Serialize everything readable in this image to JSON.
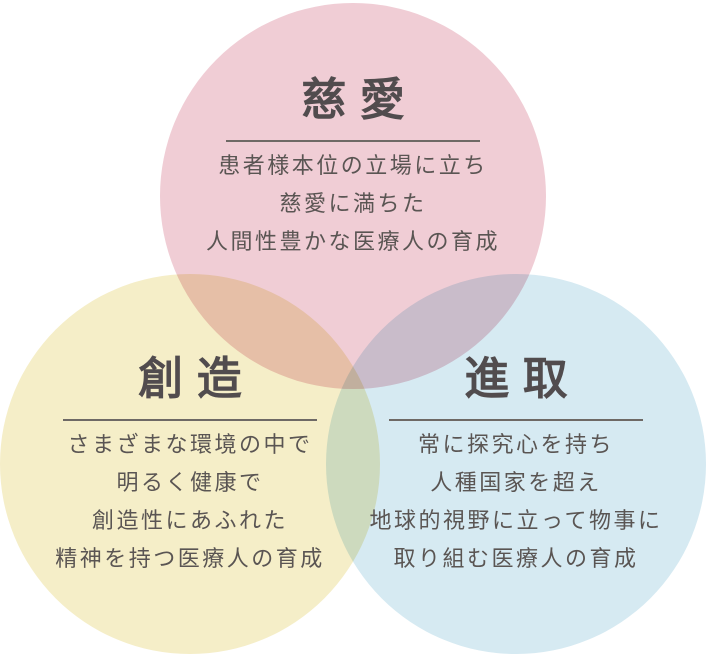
{
  "diagram": {
    "type": "venn-3",
    "background": "#ffffff",
    "style": {
      "title_color": "#514c4e",
      "body_color": "#5a5553",
      "divider_color": "#6e6965",
      "overlap_blend": "multiply"
    },
    "circles": [
      {
        "name": "compassion",
        "title": "慈愛",
        "fill": "#f0cdd5",
        "lines": [
          "患者様本位の立場に立ち",
          "慈愛に満ちた",
          "人間性豊かな医療人の育成"
        ]
      },
      {
        "name": "creation",
        "title": "創造",
        "fill": "#f5eec8",
        "lines": [
          "さまざまな環境の中で",
          "明るく健康で",
          "創造性にあふれた",
          "精神を持つ医療人の育成"
        ]
      },
      {
        "name": "initiative",
        "title": "進取",
        "fill": "#d6eaf2",
        "lines": [
          "常に探究心を持ち",
          "人種国家を超え",
          "地球的視野に立って物事に",
          "取り組む医療人の育成"
        ]
      }
    ]
  }
}
